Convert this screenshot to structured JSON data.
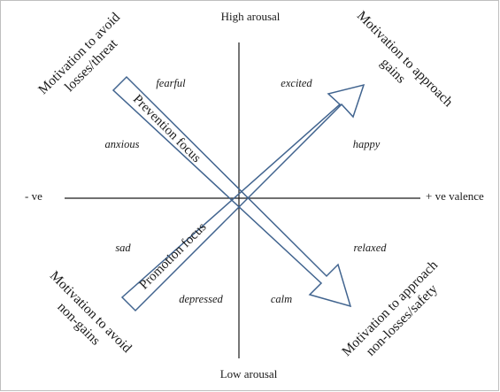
{
  "axes": {
    "top": "High arousal",
    "bottom": "Low arousal",
    "left": "- ve",
    "right": "+ ve valence"
  },
  "corners": {
    "top_left": [
      "Motivation to avoid",
      "losses/threat"
    ],
    "top_right": [
      "Motivation to approach",
      "gains"
    ],
    "bottom_left": [
      "Motivation to avoid",
      "non-gains"
    ],
    "bottom_right": [
      "Motivation to approach",
      "non-losses/safety"
    ]
  },
  "arrows": {
    "prevention": "Prevention focus",
    "promotion": "Promotion focus"
  },
  "emotions": {
    "fearful": "fearful",
    "excited": "excited",
    "anxious": "anxious",
    "happy": "happy",
    "sad": "sad",
    "relaxed": "relaxed",
    "depressed": "depressed",
    "calm": "calm"
  },
  "colors": {
    "arrow_stroke": "#41648f",
    "axis": "#1a1a1a",
    "border": "#bfbfbf"
  }
}
